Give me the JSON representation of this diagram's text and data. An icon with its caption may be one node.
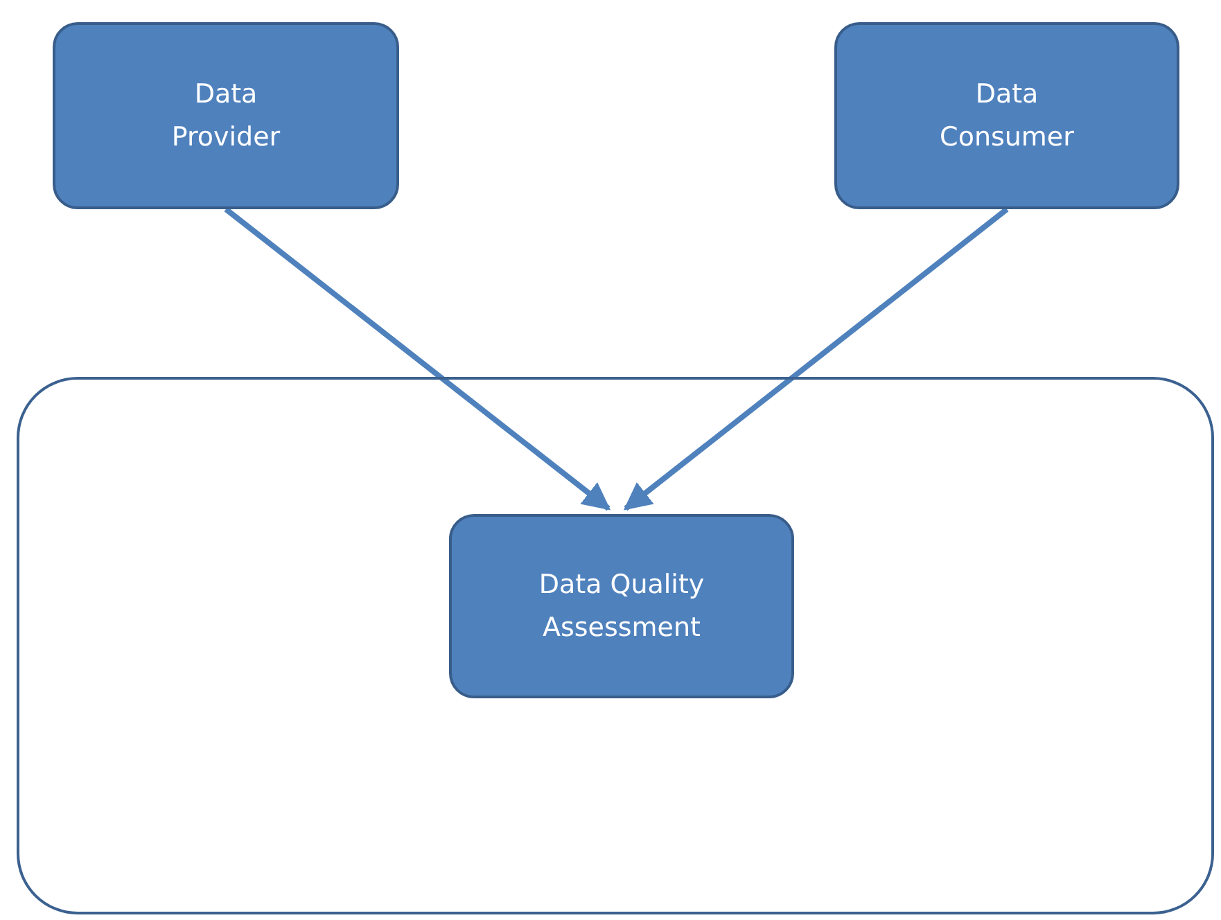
{
  "diagram": {
    "nodes": [
      {
        "text": [
          "Data Provider"
        ]
      },
      {
        "text": [
          "Data Consumer"
        ]
      },
      {
        "text": [],
        "shape": "box"
      },
      {
        "text": [
          "Data Quality Assessment"
        ],
        "in": 2
      }
    ],
    "edges": [
      {
        "from": 0,
        "to": 3,
        "arrow": "to"
      },
      {
        "from": 1,
        "to": 3,
        "arrow": "to"
      }
    ]
  }
}
